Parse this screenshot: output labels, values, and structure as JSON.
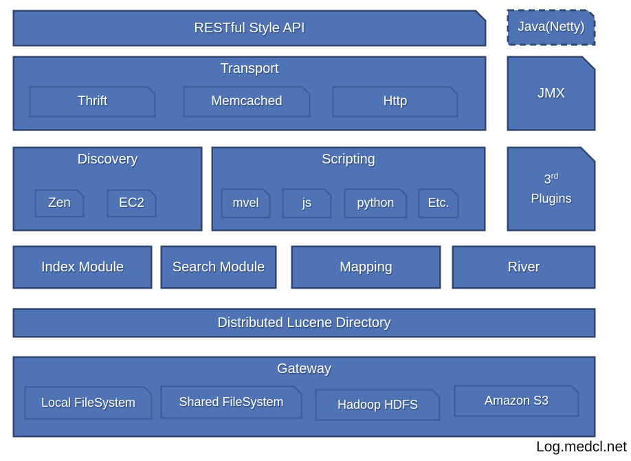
{
  "diagram": {
    "title_implied": "Elasticsearch architecture diagram",
    "colors": {
      "box_fill": "#4f73b4",
      "border_outer": "#2f4672",
      "border_inner": "#3d5a99",
      "label_color": "#ffffff",
      "footer_color": "#0a0a0a"
    },
    "footer": "Log.medcl.net",
    "boxes": {
      "restful": {
        "label": "RESTful Style API"
      },
      "java_netty": {
        "label": "Java(Netty)"
      },
      "transport": {
        "label": "Transport"
      },
      "thrift": {
        "label": "Thrift"
      },
      "memcached": {
        "label": "Memcached"
      },
      "http": {
        "label": "Http"
      },
      "jmx": {
        "label": "JMX"
      },
      "discovery": {
        "label": "Discovery"
      },
      "zen": {
        "label": "Zen"
      },
      "ec2": {
        "label": "EC2"
      },
      "scripting": {
        "label": "Scripting"
      },
      "mvel": {
        "label": "mvel"
      },
      "js": {
        "label": "js"
      },
      "python": {
        "label": "python"
      },
      "etc": {
        "label": "Etc."
      },
      "third_party_plugins": {
        "base": "3",
        "sup": "rd",
        "line2": "Plugins"
      },
      "index_module": {
        "label": "Index Module"
      },
      "search_module": {
        "label": "Search Module"
      },
      "mapping": {
        "label": "Mapping"
      },
      "river": {
        "label": "River"
      },
      "lucene": {
        "label": "Distributed Lucene Directory"
      },
      "gateway": {
        "label": "Gateway"
      },
      "local_fs": {
        "label": "Local FileSystem"
      },
      "shared_fs": {
        "label": "Shared FileSystem"
      },
      "hadoop_hdfs": {
        "label": "Hadoop HDFS"
      },
      "amazon_s3": {
        "label": "Amazon S3"
      }
    }
  }
}
